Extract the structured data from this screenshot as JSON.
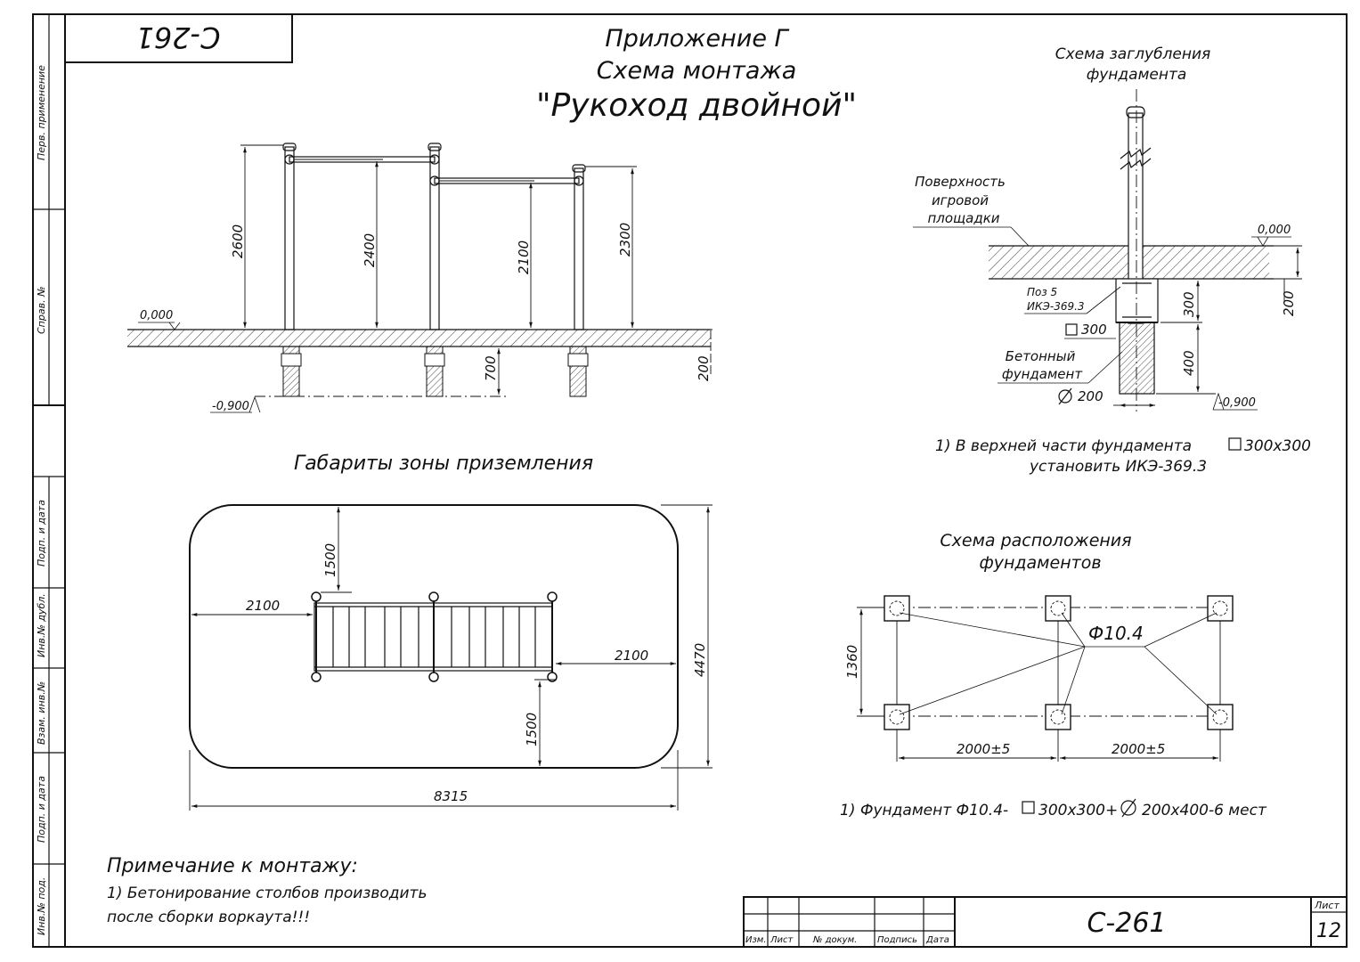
{
  "stamp": {
    "code_mirrored": "С-261"
  },
  "header": {
    "line1": "Приложение Г",
    "line2": "Схема монтажа",
    "line3": "\"Рукоход двойной\""
  },
  "side_strip": {
    "perv_primenenie": "Перв. применение",
    "sprav_no": "Справ. №",
    "podp_data_1": "Подп. и дата",
    "inv_dubl": "Инв.№ дубл.",
    "vzam_inv": "Взам. инв.№",
    "podp_data_2": "Подп. и дата",
    "inv_pod": "Инв.№ под."
  },
  "elevation": {
    "zero_mark": "0,000",
    "depth_mark": "-0,900",
    "dims": {
      "h2600": "2600",
      "h2400": "2400",
      "h2100": "2100",
      "h2300": "2300",
      "d700": "700",
      "d200": "200"
    }
  },
  "depth_scheme": {
    "title1": "Схема заглубления",
    "title2": "фундамента",
    "surface1": "Поверхность",
    "surface2": "игровой",
    "surface3": "площадки",
    "zero_mark": "0,000",
    "pos1": "Поз 5",
    "pos2": "ИКЭ-369.3",
    "square300": "300",
    "concrete1": "Бетонный",
    "concrete2": "фундамент",
    "dia200": "200",
    "d300": "300",
    "d400": "400",
    "d200": "200",
    "depth_mark": "-0,900",
    "note1": "1) В верхней части фундамента",
    "note1b": "300х300",
    "note2": "установить ИКЭ-369.3"
  },
  "landing_zone": {
    "title": "Габариты зоны приземления",
    "d1500_top": "1500",
    "d2100_left": "2100",
    "d2100_right": "2100",
    "d1500_bottom": "1500",
    "d4470": "4470",
    "d8315": "8315"
  },
  "layout_scheme": {
    "title1": "Схема расположения",
    "title2": "фундаментов",
    "label": "Ф10.4",
    "d1360": "1360",
    "d2000a": "2000±5",
    "d2000b": "2000±5",
    "note_a": "1) Фундамент Ф10.4-",
    "note_b": "300х300+",
    "note_c": "200х400-6 мест"
  },
  "mount_note": {
    "title": "Примечание к монтажу:",
    "line1": "1) Бетонирование столбов производить",
    "line2": "после сборки воркаута!!!"
  },
  "title_block": {
    "code": "С-261",
    "sheet_label": "Лист",
    "sheet_no": "12",
    "col_izm": "Изм.",
    "col_list": "Лист",
    "col_doc": "№ докум.",
    "col_sign": "Подпись",
    "col_date": "Дата"
  }
}
